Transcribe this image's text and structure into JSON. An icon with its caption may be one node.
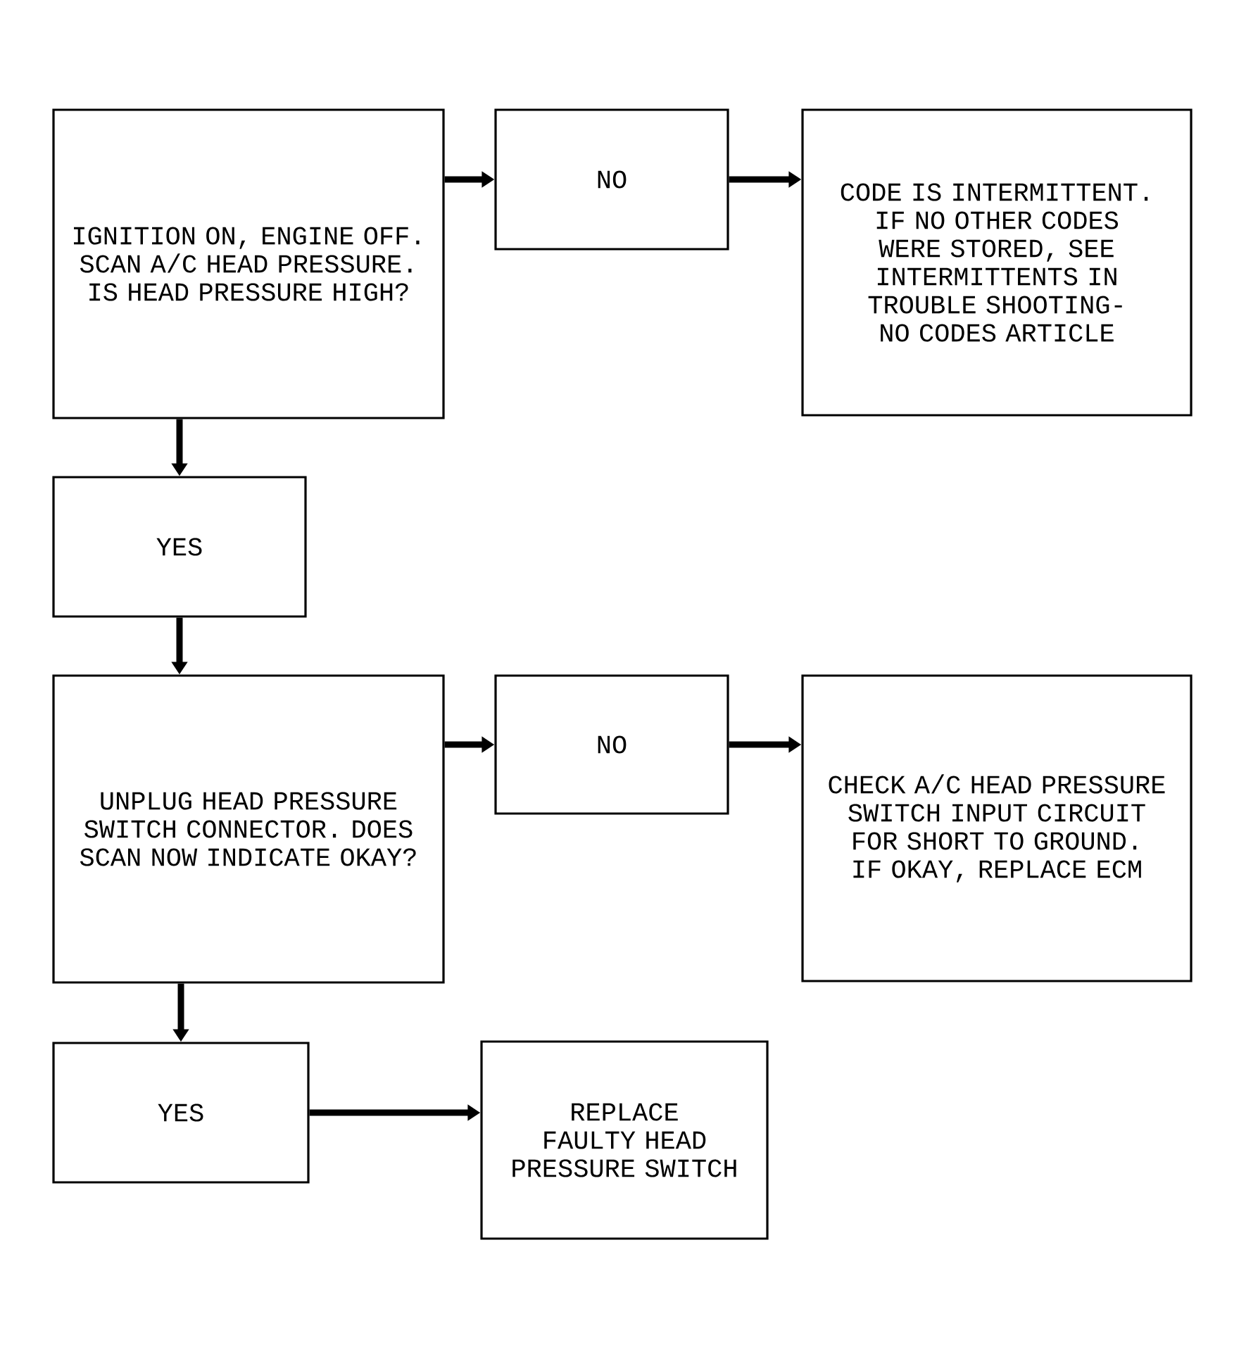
{
  "diagram": {
    "nodes": [
      {
        "text": [
          "IGNITION ON, ENGINE OFF. SCAN A/C HEAD PRESSURE. IS HEAD PRESSURE HIGH?"
        ]
      },
      {
        "text": [
          "NO"
        ]
      },
      {
        "text": [
          "CODE IS INTERMITTENT. IF NO OTHER CODES WERE STORED, SEE INTERMITTENTS IN TROUBLE SHOOTING-NO CODES ARTICLE"
        ]
      },
      {
        "text": [
          "YES"
        ]
      },
      {
        "text": [
          "UNPLUG HEAD PRESSURE SWITCH CONNECTOR. DOES SCAN NOW INDICATE OKAY?"
        ]
      },
      {
        "text": [
          "NO"
        ]
      },
      {
        "text": [
          "CHECK A/C HEAD PRESSURE SWITCH INPUT CIRCUIT FOR SHORT TO GROUND. IF OKAY, REPLACE ECM"
        ]
      },
      {
        "text": [
          "YES"
        ]
      },
      {
        "text": [
          "REPLACE FAULTY HEAD PRESSURE SWITCH"
        ]
      }
    ],
    "edges": [
      {
        "from": 0,
        "to": 1,
        "arrow": "to"
      },
      {
        "from": 1,
        "to": 2,
        "arrow": "to"
      },
      {
        "from": 0,
        "to": 3,
        "arrow": "to"
      },
      {
        "from": 3,
        "to": 4,
        "arrow": "to"
      },
      {
        "from": 4,
        "to": 5,
        "arrow": "to"
      },
      {
        "from": 5,
        "to": 6,
        "arrow": "to"
      },
      {
        "from": 4,
        "to": 7,
        "arrow": "to"
      },
      {
        "from": 7,
        "to": 8,
        "arrow": "to"
      }
    ]
  }
}
